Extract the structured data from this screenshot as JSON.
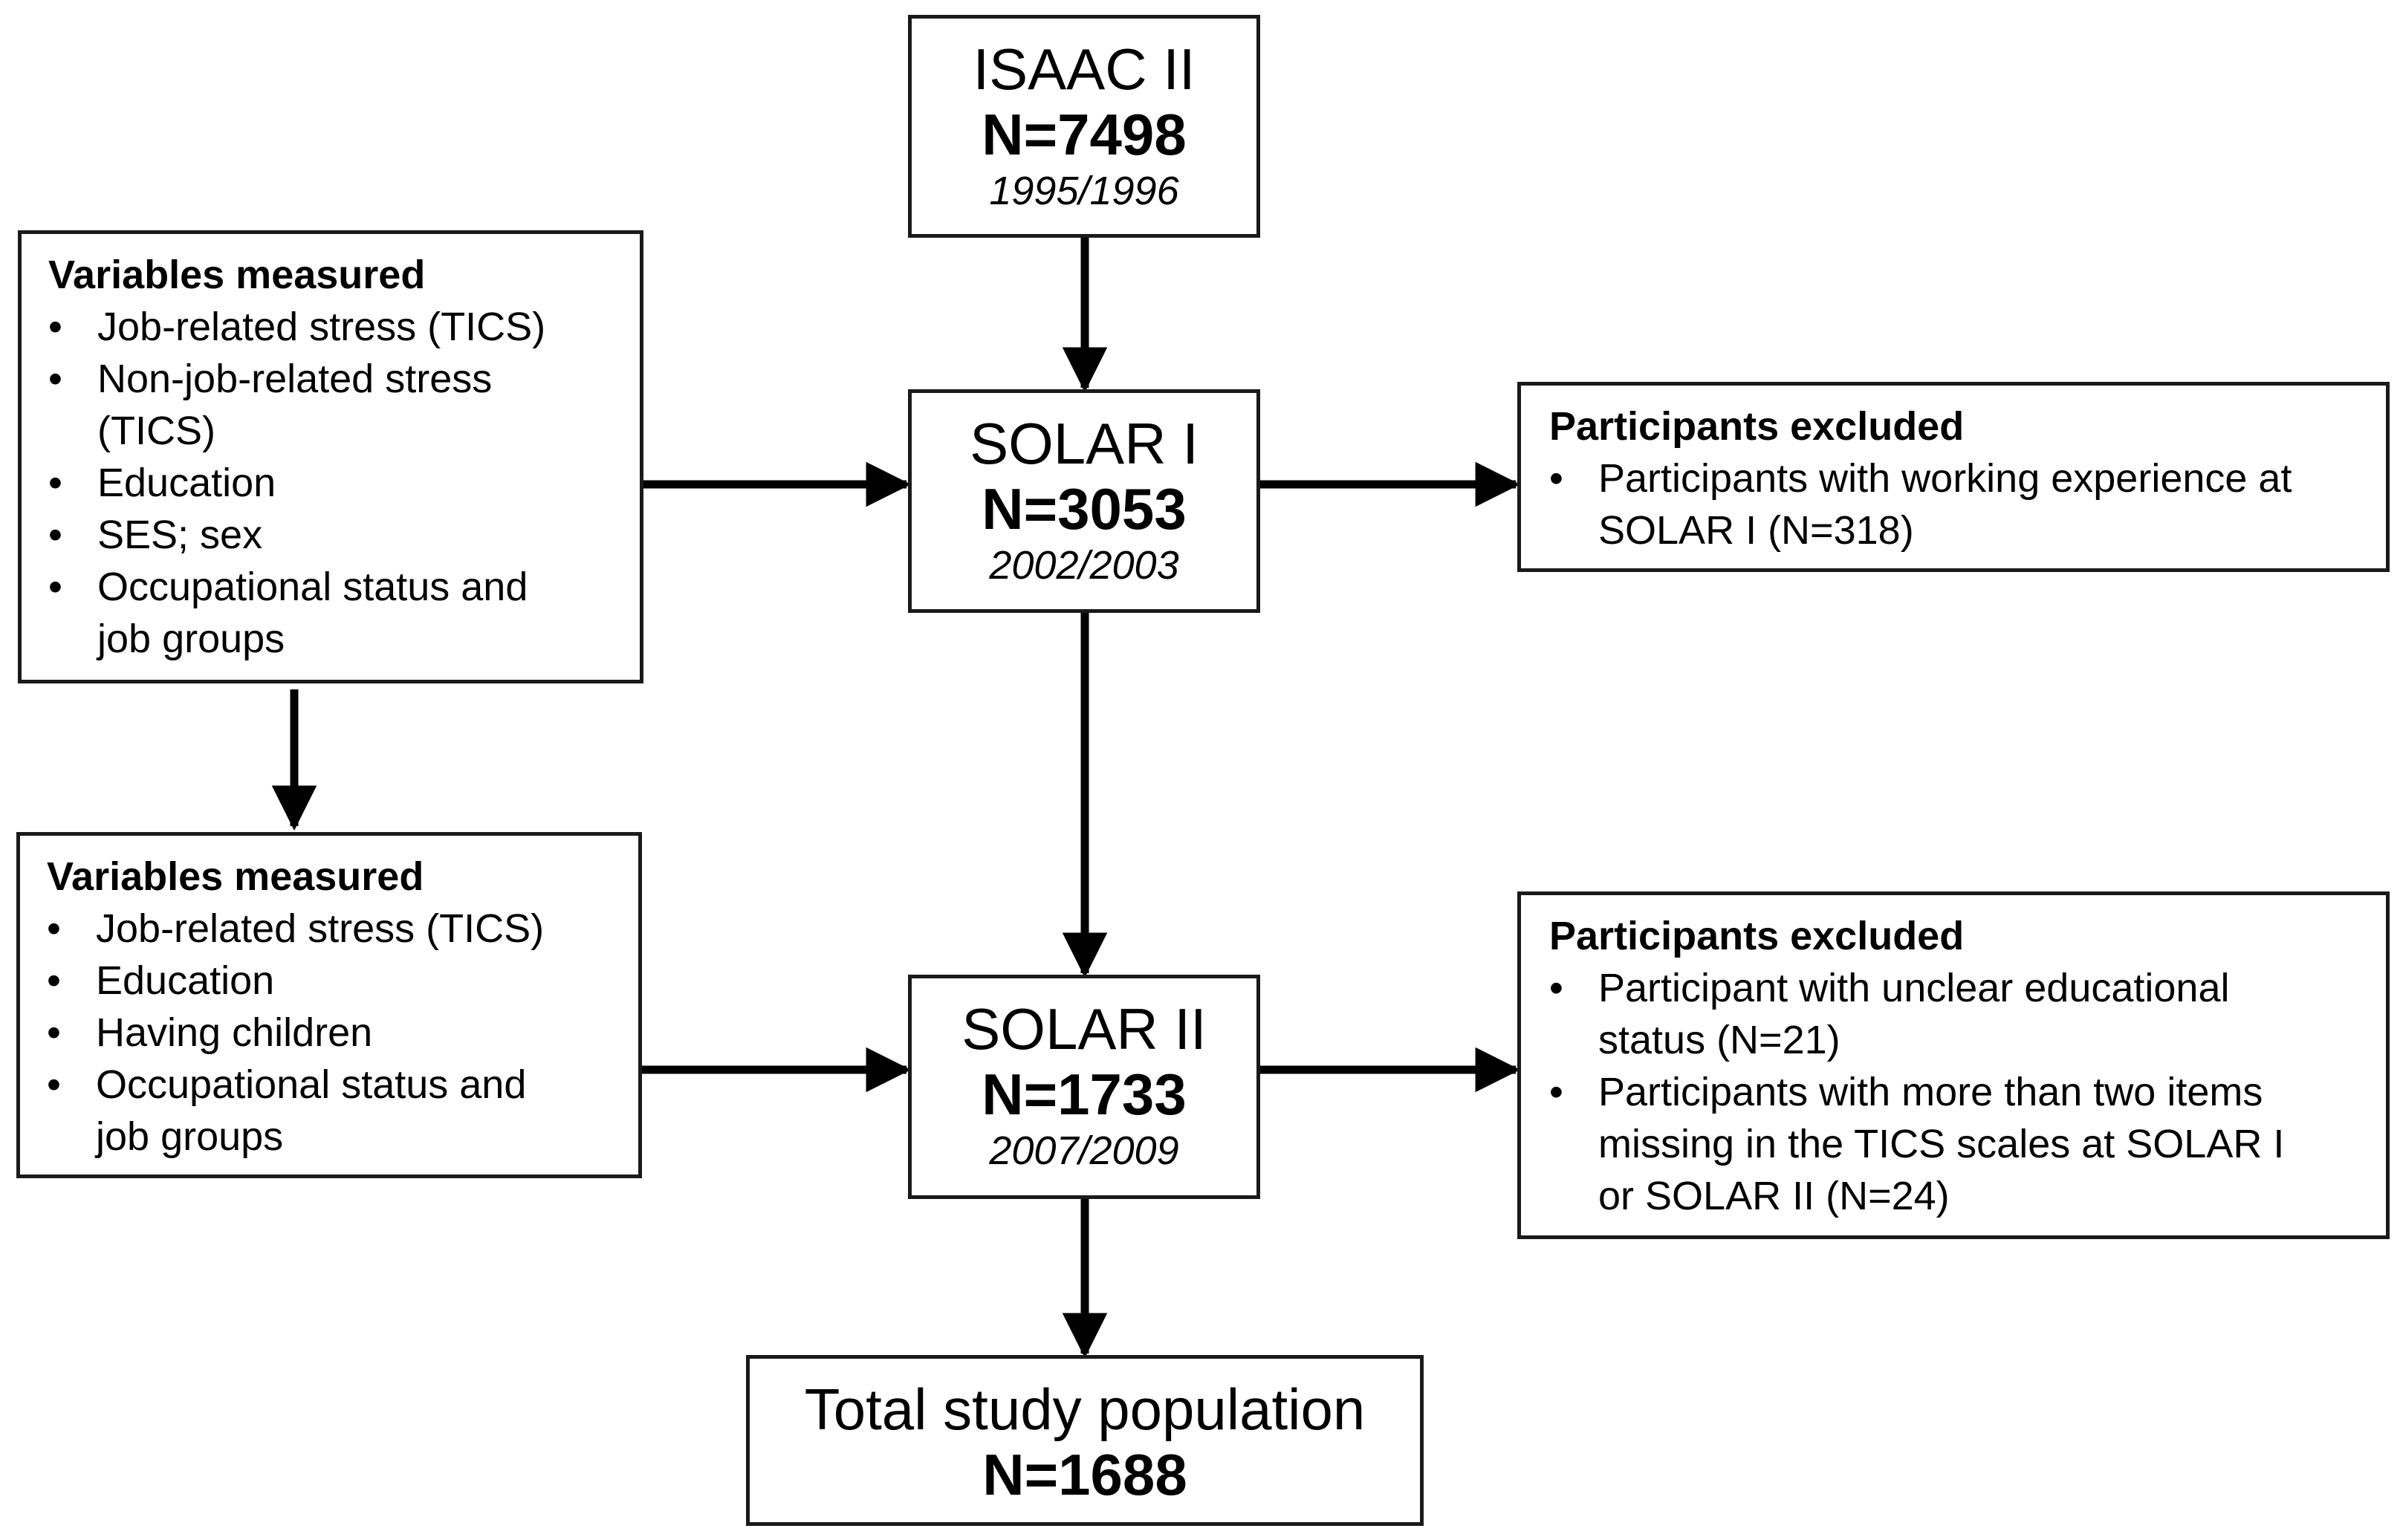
{
  "isaac": {
    "title": "ISAAC II",
    "n": "N=7498",
    "date": "1995/1996"
  },
  "solar1": {
    "title": "SOLAR I",
    "n": "N=3053",
    "date": "2002/2003"
  },
  "solar2": {
    "title": "SOLAR II",
    "n": "N=1733",
    "date": "2007/2009"
  },
  "total": {
    "title": "Total study population",
    "n": "N=1688"
  },
  "vars1": {
    "heading": "Variables measured",
    "items": [
      [
        "Job-related stress (TICS)"
      ],
      [
        "Non-job-related stress",
        "(TICS)"
      ],
      [
        "Education"
      ],
      [
        "SES; sex"
      ],
      [
        "Occupational status and",
        "job groups"
      ]
    ]
  },
  "vars2": {
    "heading": "Variables measured",
    "items": [
      [
        "Job-related stress (TICS)"
      ],
      [
        "Education"
      ],
      [
        "Having children"
      ],
      [
        "Occupational status and",
        "job groups"
      ]
    ]
  },
  "excl1": {
    "heading": "Participants excluded",
    "items": [
      [
        "Participants with working experience at",
        "SOLAR I (N=318)"
      ]
    ]
  },
  "excl2": {
    "heading": "Participants excluded",
    "items": [
      [
        "Participant with unclear educational",
        "status (N=21)"
      ],
      [
        "Participants with more than two items",
        "missing in the TICS scales at SOLAR I",
        "or SOLAR II (N=24)"
      ]
    ]
  },
  "bullet_char": "•"
}
